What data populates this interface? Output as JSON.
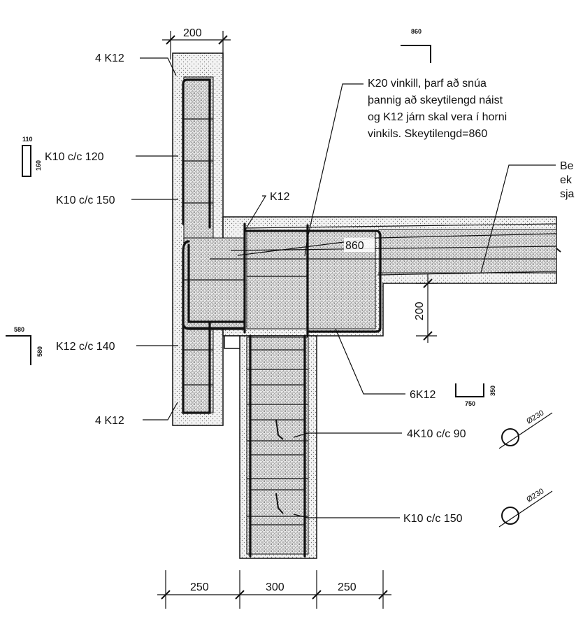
{
  "dims": {
    "top_wall": "200",
    "bottom_left": "250",
    "bottom_mid": "300",
    "bottom_right": "250",
    "slab_step": "200"
  },
  "labels": {
    "rebar_top": "4 K12",
    "k10_120": "K10 c/c 120",
    "k10_150_upper": "K10 c/c 150",
    "k12": "K12",
    "k20_line1": "K20 vinkill, þarf að snúa",
    "k20_line2": "þannig að skeytilengd náist",
    "k20_line3": "og K12 járn skal vera í horni",
    "k20_line4": "vinkils. Skeytilengd=860",
    "be_line1": "Be",
    "be_line2": "ek",
    "be_line3": "sja",
    "lap_860": "860",
    "k12_140": "K12 c/c 140",
    "rebar_bottom": "4 K12",
    "k6_12": "6K12",
    "k4_10_90": "4K10 c/c 90",
    "k10_150_lower": "K10 c/c 150"
  },
  "shapes": {
    "top_right_number": "860",
    "left_stirrup_w": "110",
    "left_stirrup_h": "160",
    "left_l_w": "580",
    "left_l_h": "580",
    "u_bar_w": "750",
    "u_bar_h": "350",
    "circle_top": "Ø230",
    "circle_bottom": "Ø230"
  }
}
